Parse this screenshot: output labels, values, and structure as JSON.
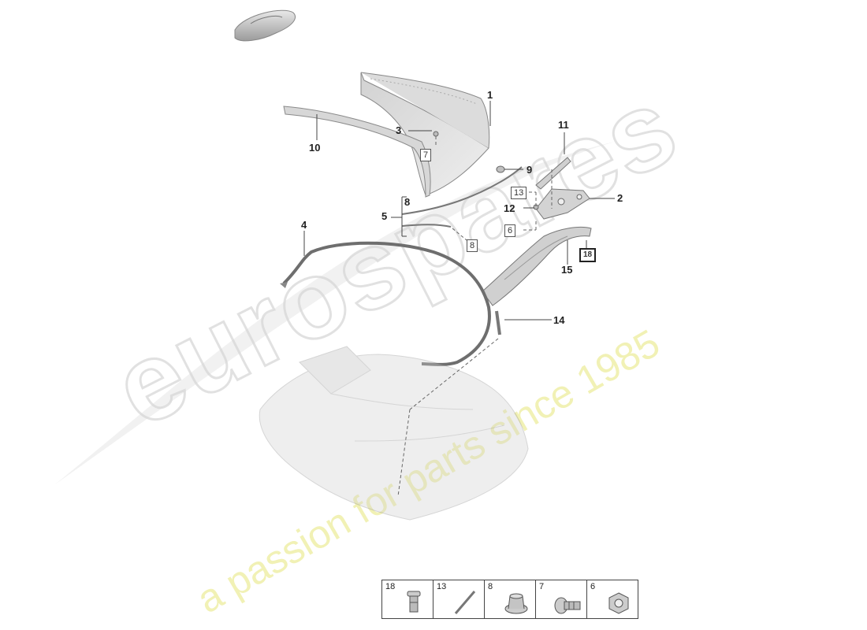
{
  "watermark": {
    "brand": "eurospares",
    "tagline": "a passion for parts since 1985"
  },
  "callouts": {
    "c1": "1",
    "c2": "2",
    "c3": "3",
    "c4": "4",
    "c5": "5",
    "c8": "8",
    "c9": "9",
    "c10": "10",
    "c11": "11",
    "c12": "12",
    "c14": "14",
    "c15": "15"
  },
  "boxed_refs": {
    "r7": "7",
    "r8": "8",
    "r13": "13",
    "r6": "6",
    "r18": "18"
  },
  "legend": [
    {
      "number": "18",
      "icon": "clip-icon"
    },
    {
      "number": "13",
      "icon": "rod-icon"
    },
    {
      "number": "8",
      "icon": "expanding-nut-icon"
    },
    {
      "number": "7",
      "icon": "bolt-icon"
    },
    {
      "number": "6",
      "icon": "hex-nut-icon"
    }
  ]
}
